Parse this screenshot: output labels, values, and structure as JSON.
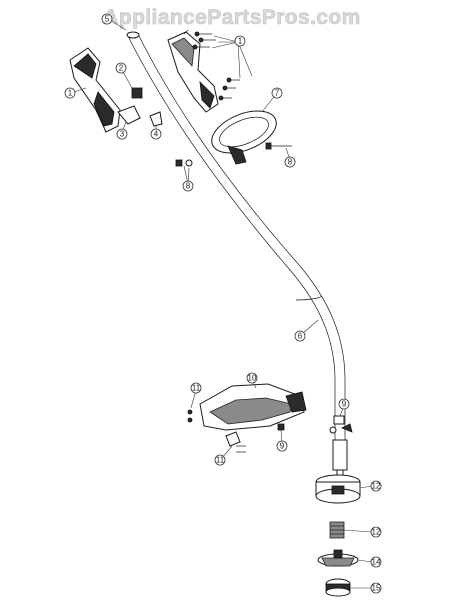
{
  "watermark": "AppliancePartsPros.com",
  "callouts": [
    {
      "id": "c1a",
      "label": "1"
    },
    {
      "id": "c1b",
      "label": "1"
    },
    {
      "id": "c2",
      "label": "2"
    },
    {
      "id": "c3",
      "label": "3"
    },
    {
      "id": "c4",
      "label": "4"
    },
    {
      "id": "c5",
      "label": "5"
    },
    {
      "id": "c6",
      "label": "6"
    },
    {
      "id": "c7",
      "label": "7"
    },
    {
      "id": "c8a",
      "label": "8"
    },
    {
      "id": "c8b",
      "label": "8"
    },
    {
      "id": "c9a",
      "label": "9"
    },
    {
      "id": "c9b",
      "label": "9"
    },
    {
      "id": "c10",
      "label": "10"
    },
    {
      "id": "c11a",
      "label": "11"
    },
    {
      "id": "c11b",
      "label": "11"
    },
    {
      "id": "c12a",
      "label": "12"
    },
    {
      "id": "c12b",
      "label": "12"
    },
    {
      "id": "c14",
      "label": "14"
    },
    {
      "id": "c15",
      "label": "15"
    }
  ]
}
